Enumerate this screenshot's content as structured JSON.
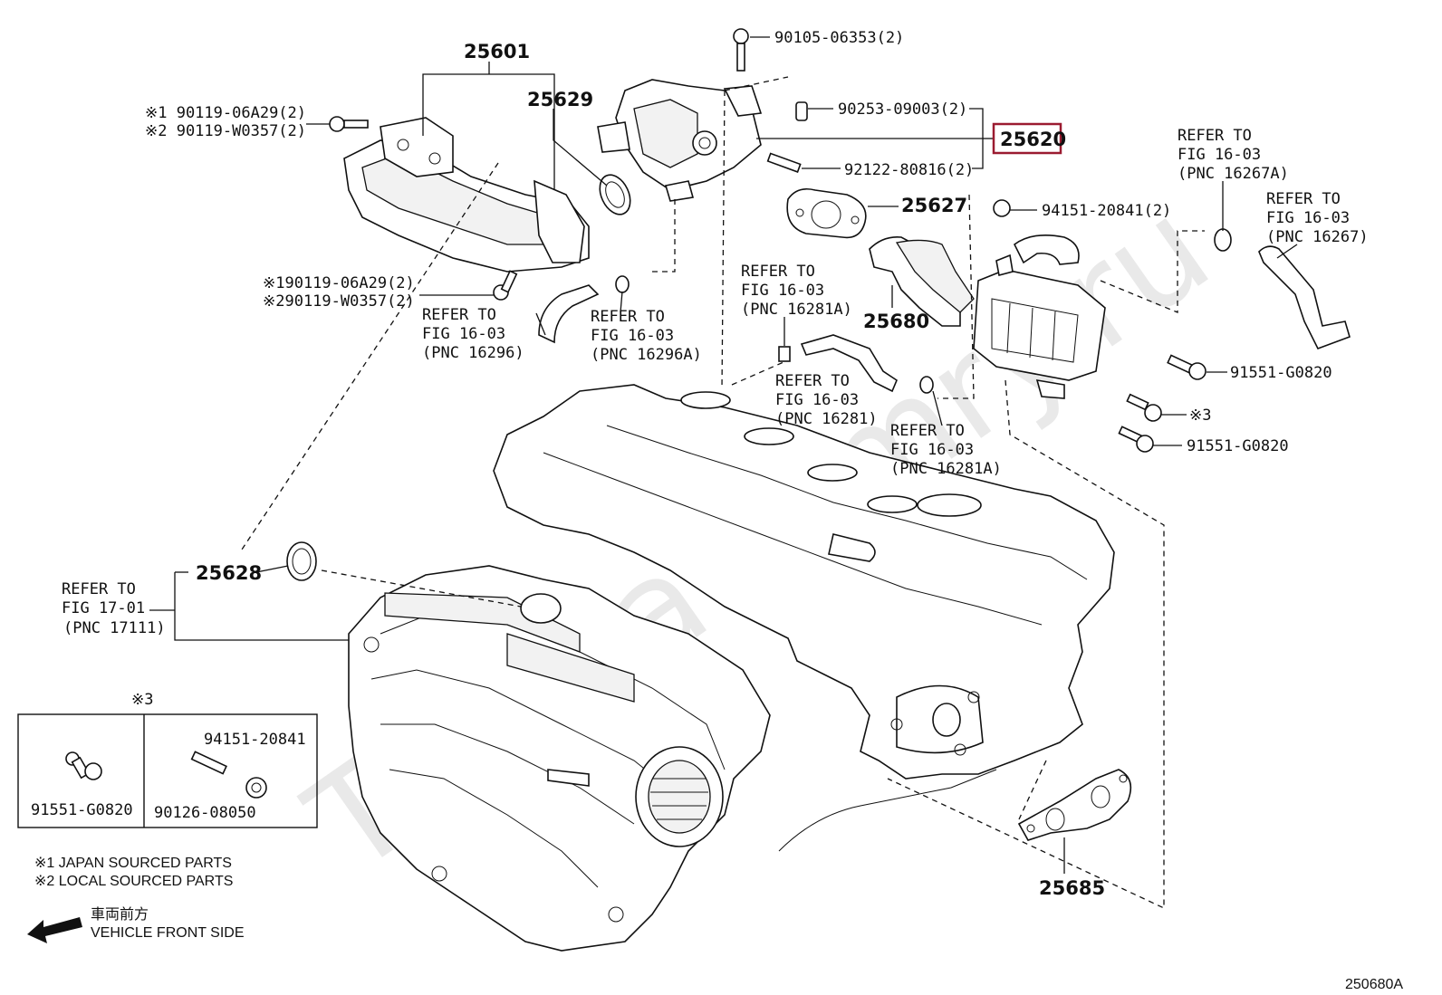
{
  "watermark": "ToyotaCamry.ru",
  "highlight_color": "#9b1b30",
  "callouts": {
    "p25601": "25601",
    "p25629": "25629",
    "p25620": "25620",
    "p25627": "25627",
    "p25680": "25680",
    "p25628": "25628",
    "p25685": "25685",
    "b90105": "90105-06353(2)",
    "b90253": "90253-09003(2)",
    "b92122": "92122-80816(2)",
    "b94151": "94151-20841(2)",
    "b91551_a": "91551-G0820",
    "b91551_b": "91551-G0820",
    "mark3": "※3",
    "bolt_top_1": "※1 90119-06A29(2)",
    "bolt_top_2": "※2 90119-W0357(2)",
    "bolt_low_1": "※190119-06A29(2)",
    "bolt_low_2": "※290119-W0357(2)"
  },
  "refers": [
    {
      "l1": "REFER TO",
      "l2": "FIG 16-03",
      "l3": "(PNC 16296)"
    },
    {
      "l1": "REFER TO",
      "l2": "FIG 16-03",
      "l3": "(PNC 16296A)"
    },
    {
      "l1": "REFER TO",
      "l2": "FIG 16-03",
      "l3": "(PNC 16281A)"
    },
    {
      "l1": "REFER TO",
      "l2": "FIG 16-03",
      "l3": "(PNC 16281)"
    },
    {
      "l1": "REFER TO",
      "l2": "FIG 16-03",
      "l3": "(PNC 16281A)"
    },
    {
      "l1": "REFER TO",
      "l2": "FIG 16-03",
      "l3": "(PNC 16267A)"
    },
    {
      "l1": "REFER TO",
      "l2": "FIG 16-03",
      "l3": "(PNC 16267)"
    },
    {
      "l1": "REFER TO",
      "l2": "FIG 17-01",
      "l3": "(PNC 17111)"
    }
  ],
  "note_box": {
    "header": "※3",
    "left_part": "91551-G0820",
    "right_part_top": "94151-20841",
    "right_part_bottom": "90126-08050"
  },
  "legend": {
    "line1": "※1  JAPAN SOURCED PARTS",
    "line2": "※2  LOCAL SOURCED PARTS",
    "front_jp": "車両前方",
    "front_en": "VEHICLE FRONT SIDE"
  },
  "figure_id": "250680A"
}
